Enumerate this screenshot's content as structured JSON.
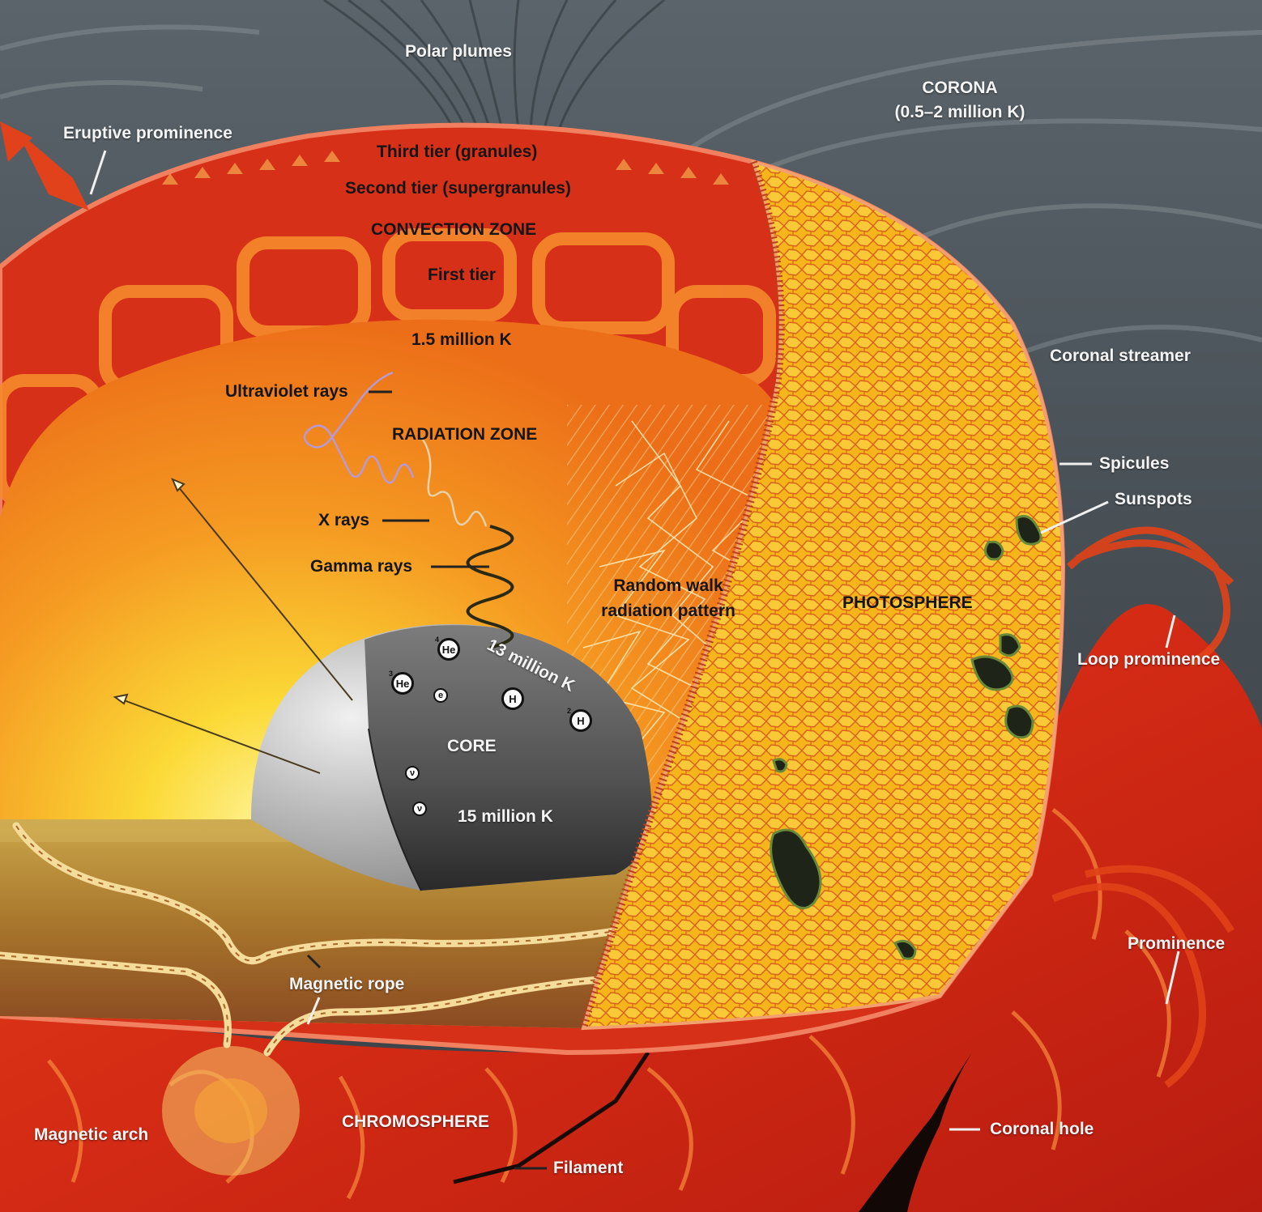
{
  "colors": {
    "corona_bg": "#4a5258",
    "convection_red": "#d8321a",
    "radiation_orange": "#f28a1c",
    "radiation_yellow": "#fbdc3a",
    "photosphere_yellow": "#f6b21a",
    "core_gray": "#8a8a8a",
    "label_light": "#f4f4f4",
    "label_dark": "#151515"
  },
  "labels": {
    "polar_plumes": "Polar plumes",
    "corona": "CORONA",
    "corona_temp": "(0.5–2 million K)",
    "eruptive_prominence": "Eruptive prominence",
    "third_tier": "Third tier (granules)",
    "second_tier": "Second tier (supergranules)",
    "convection_zone": "CONVECTION ZONE",
    "first_tier": "First tier",
    "temp_1_5": "1.5 million K",
    "coronal_streamer": "Coronal streamer",
    "ultraviolet_rays": "Ultraviolet rays",
    "radiation_zone": "RADIATION ZONE",
    "spicules": "Spicules",
    "sunspots": "Sunspots",
    "x_rays": "X rays",
    "gamma_rays": "Gamma rays",
    "random_walk_1": "Random walk",
    "random_walk_2": "radiation pattern",
    "photosphere": "PHOTOSPHERE",
    "loop_prominence": "Loop prominence",
    "temp_13": "13 million K",
    "core": "CORE",
    "temp_15": "15 million K",
    "prominence": "Prominence",
    "magnetic_rope": "Magnetic rope",
    "magnetic_arch": "Magnetic arch",
    "chromosphere": "CHROMOSPHERE",
    "coronal_hole": "Coronal hole",
    "filament": "Filament"
  },
  "particles": {
    "he4": "He",
    "he4_mass": "4",
    "he3": "He",
    "he3_mass": "3",
    "electron": "e",
    "hydrogen": "H",
    "deuterium": "H",
    "deuterium_mass": "2",
    "neutrino_1": "ν",
    "neutrino_2": "ν"
  }
}
